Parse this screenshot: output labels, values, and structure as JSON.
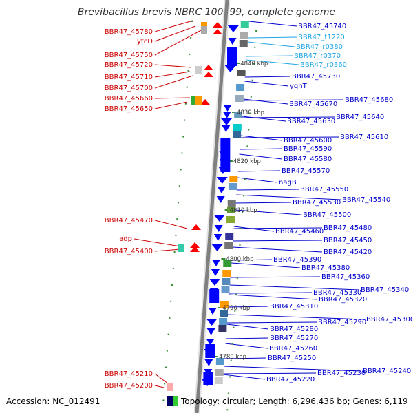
{
  "title": "Brevibacillus brevis NBRC 100599, complete genome",
  "accession": "Accession: NC_012491",
  "summary": "Topology: circular; Length: 6,296,436 bp; Genes: 6,119",
  "colors": {
    "left_label": "#cc0000",
    "right_label": "#0000cc",
    "rna_label": "#1fa6e6",
    "forward_gene": "#ff0000",
    "reverse_gene": "#0000ff",
    "backbone": "#808080"
  },
  "kbp_ticks": [
    "4840 kbp",
    "4830 kbp",
    "4820 kbp",
    "4810 kbp",
    "4800 kbp",
    "4790 kbp",
    "4780 kbp"
  ],
  "left_labels": [
    "BBR47_45780",
    "ytcD",
    "BBR47_45750",
    "BBR47_45720",
    "BBR47_45710",
    "BBR47_45700",
    "BBR47_45660",
    "BBR47_45650",
    "BBR47_45470",
    "adp",
    "BBR47_45400",
    "BBR47_45210",
    "BBR47_45200"
  ],
  "right_labels": [
    "BBR47_45740",
    "BBR47_t1220",
    "BBR47_r0380",
    "BBR47_r0370",
    "BBR47_r0360",
    "BBR47_45730",
    "yqhT",
    "BBR47_45680",
    "BBR47_45670",
    "BBR47_45640",
    "BBR47_45630",
    "BBR47_45610",
    "BBR47_45600",
    "BBR47_45590",
    "BBR47_45580",
    "BBR47_45570",
    "nagB",
    "BBR47_45550",
    "BBR47_45540",
    "BBR47_45530",
    "BBR47_45500",
    "BBR47_45480",
    "BBR47_45460",
    "BBR47_45450",
    "BBR47_45420",
    "BBR47_45390",
    "BBR47_45380",
    "BBR47_45360",
    "BBR47_45340",
    "BBR47_45330",
    "BBR47_45320",
    "BBR47_45310",
    "BBR47_45300",
    "BBR47_45290",
    "BBR47_45280",
    "BBR47_45270",
    "BBR47_45260",
    "BBR47_45250",
    "BBR47_45240",
    "BBR47_45230",
    "BBR47_45220"
  ]
}
